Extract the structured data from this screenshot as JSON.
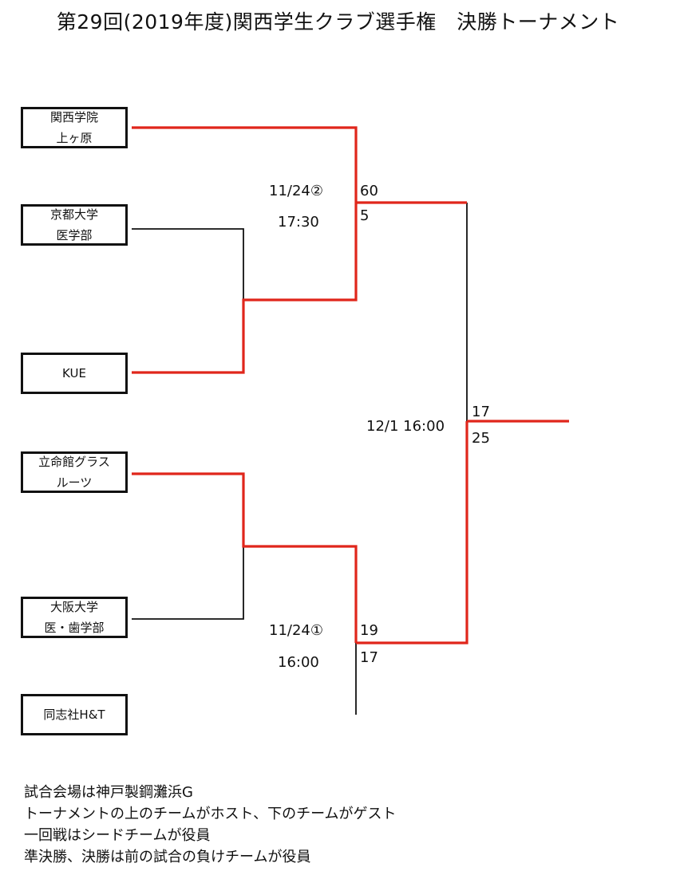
{
  "title": "第29回(2019年度)関西学生クラブ選手権　決勝トーナメント",
  "colors": {
    "winner_line": "#e0261b",
    "loser_line": "#111111"
  },
  "teams": [
    {
      "line1": "関西学院",
      "line2": "上ヶ原"
    },
    {
      "line1": "京都大学",
      "line2": "医学部"
    },
    {
      "line1": "KUE",
      "line2": ""
    },
    {
      "line1": "立命館グラス",
      "line2": "ルーツ"
    },
    {
      "line1": "大阪大学",
      "line2": "医・歯学部"
    },
    {
      "line1": "同志社H&T",
      "line2": ""
    }
  ],
  "matches": {
    "semi_top": {
      "date": "11/24②",
      "time": "17:30",
      "score_upper": "60",
      "score_lower": "5"
    },
    "semi_bottom": {
      "date": "11/24①",
      "time": "16:00",
      "score_upper": "19",
      "score_lower": "17"
    },
    "final": {
      "datetime": "12/1 16:00",
      "score_upper": "17",
      "score_lower": "25"
    }
  },
  "notes": [
    "試合会場は神戸製鋼灘浜G",
    "トーナメントの上のチームがホスト、下のチームがゲスト",
    "一回戦はシードチームが役員",
    "準決勝、決勝は前の試合の負けチームが役員"
  ]
}
